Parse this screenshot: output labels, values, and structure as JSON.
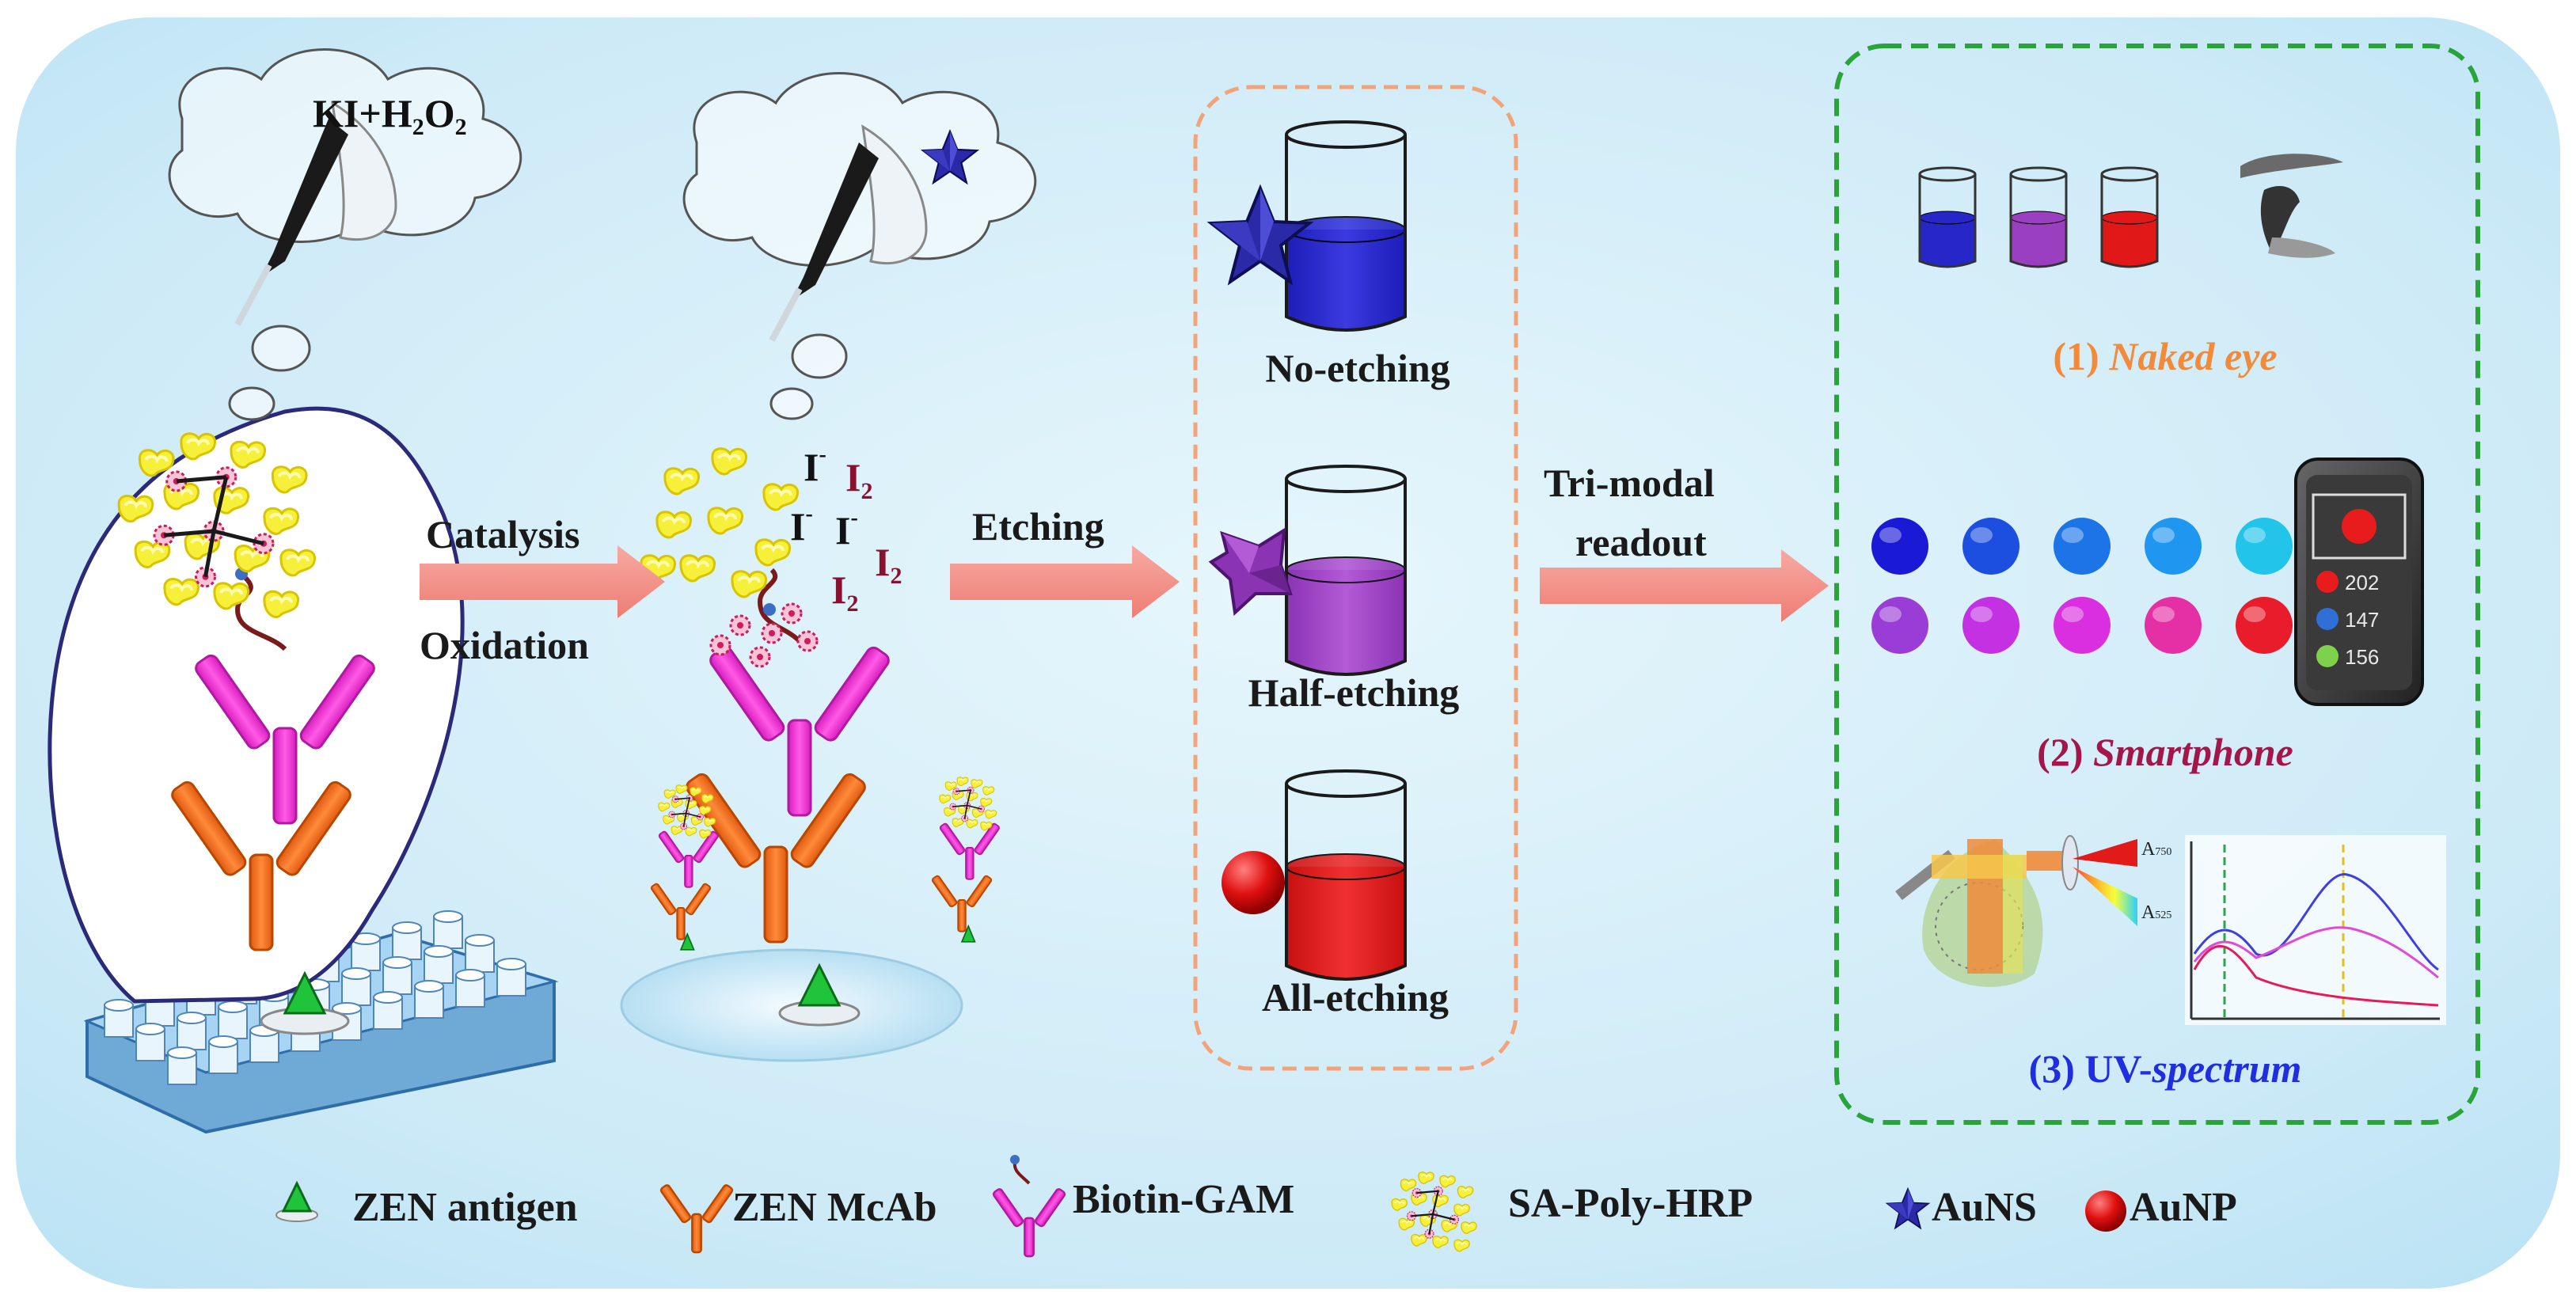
{
  "reagent": {
    "main": "KI+H",
    "sub1": "2",
    "mid": "O",
    "sub2": "2"
  },
  "steps": {
    "catalysis": "Catalysis",
    "oxidation": "Oxidation",
    "etching": "Etching",
    "trimodal_1": "Tri-modal",
    "trimodal_2": "readout"
  },
  "ions": {
    "iodide": "I",
    "minus": "-",
    "iodine": "I",
    "two": "2"
  },
  "etch_states": [
    "No-etching",
    "Half-etching",
    "All-etching"
  ],
  "readouts": {
    "naked_num": "(1) ",
    "naked": "Naked eye",
    "phone_num": "(2) ",
    "phone": "Smartphone",
    "uv_num": "(3) UV-",
    "uv": "spectrum"
  },
  "phone_screen": [
    "202",
    "147",
    "156"
  ],
  "absorbance": {
    "a": "A",
    "sub1": "750",
    "sub2": "525"
  },
  "legend": [
    "ZEN antigen",
    "ZEN McAb",
    "Biotin-GAM",
    "SA-Poly-HRP",
    "AuNS",
    "AuNP"
  ],
  "colors": {
    "background": "#cdeaf7",
    "arrow": "#f28b82",
    "antibody_orange": "#f37021",
    "antibody_magenta": "#f03cd6",
    "enzyme_yellow": "#f5ef3b",
    "star_blue": "#2a2aa8",
    "solution_blue": "#2626c9",
    "solution_purple": "#9b3fc1",
    "solution_red": "#e01818",
    "naked_orange": "#f28a3c",
    "phone_maroon": "#a3164a",
    "uv_blue": "#1f2ee0",
    "box_orange": "#f2a37a",
    "box_green": "#2aa33a"
  },
  "dot_colors": {
    "row1": [
      "#1a1ad6",
      "#1c4fe0",
      "#1c74e6",
      "#1f96ef",
      "#22c4ea"
    ],
    "row2": [
      "#9a3cd6",
      "#c331e3",
      "#d92fe0",
      "#e52fa4",
      "#e81c2a"
    ],
    "phone": [
      "#e81c1c",
      "#2f6fd6",
      "#7ed14a"
    ]
  }
}
